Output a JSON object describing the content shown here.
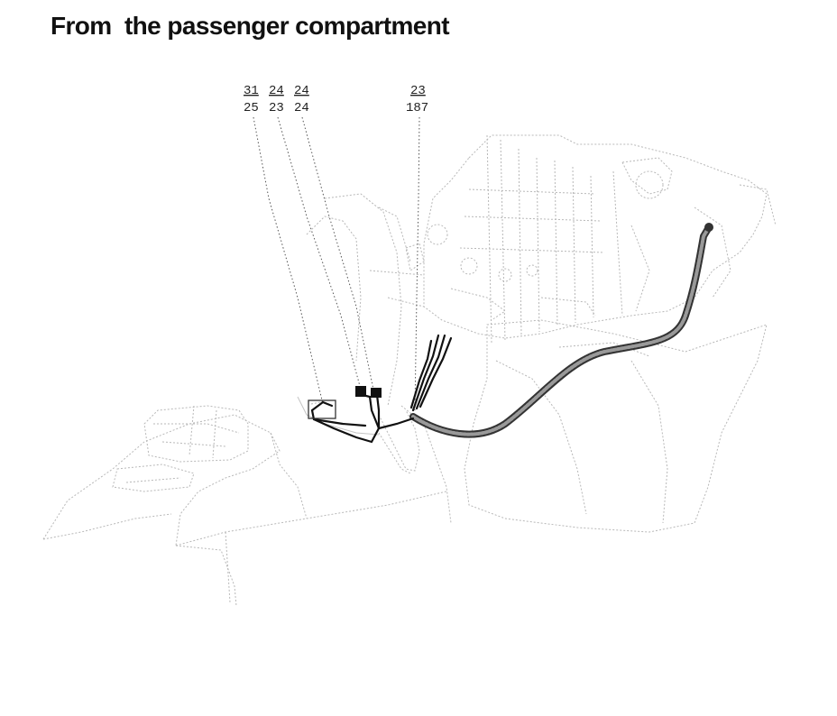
{
  "title": "From  the passenger compartment",
  "callouts": [
    {
      "top": "31",
      "bottom": "25"
    },
    {
      "top": "24",
      "bottom": "23"
    },
    {
      "top": "24",
      "bottom": "24"
    },
    {
      "top": "23",
      "bottom": "187"
    }
  ]
}
